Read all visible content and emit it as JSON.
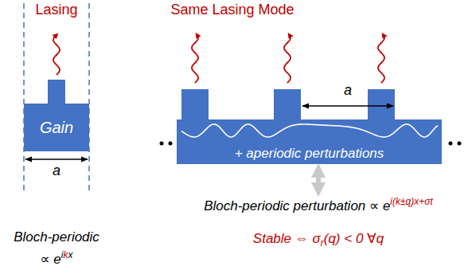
{
  "diagram": {
    "nodes": [
      {
        "text": [
          "Gain"
        ]
      },
      {
        "text": [
          "+ aperiodic perturbations"
        ]
      }
    ],
    "labels": [
      "Lasing",
      "Same Lasing Mode",
      "a",
      "a",
      "Bloch-periodic",
      "∝ e",
      "i",
      "k",
      "x",
      "Bloch-periodic perturbation ∝ e",
      "i(k±q)x+σt",
      "Stable ⇔ σ",
      "r",
      "(q) < 0  ∀q"
    ]
  }
}
